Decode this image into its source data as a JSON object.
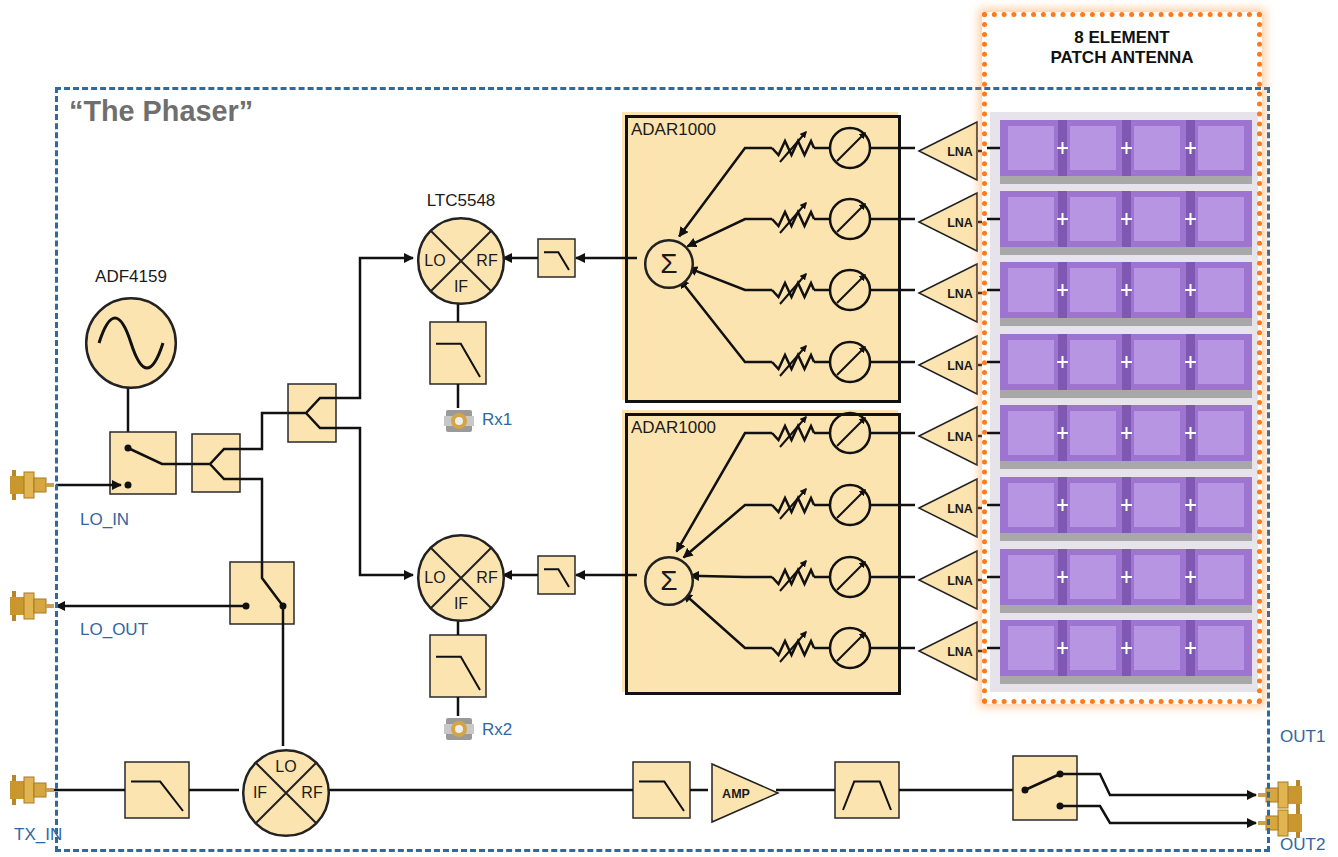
{
  "diagram": {
    "nodes": [
      {
        "text": [
          "“The Phaser”"
        ]
      },
      {
        "text": [
          "8 ELEMENT PATCH ANTENNA"
        ]
      },
      {
        "text": [
          "ADF4159"
        ],
        "in": 0
      },
      {
        "text": [
          "LTC5548",
          "LO",
          "RF",
          "IF"
        ],
        "in": 0
      },
      {
        "text": [
          "ADAR1000"
        ],
        "in": 0
      },
      {
        "text": [
          "Σ"
        ],
        "in": 4
      },
      {
        "text": [
          "ADAR1000"
        ],
        "in": 0
      },
      {
        "text": [
          "Σ"
        ],
        "in": 6
      },
      {
        "text": [
          "LO",
          "RF",
          "IF"
        ],
        "in": 0
      },
      {
        "text": [
          "LNA"
        ],
        "in": 0
      },
      {
        "text": [
          "LNA"
        ],
        "in": 0
      },
      {
        "text": [
          "LNA"
        ],
        "in": 0
      },
      {
        "text": [
          "LNA"
        ],
        "in": 0
      },
      {
        "text": [
          "LNA"
        ],
        "in": 0
      },
      {
        "text": [
          "LNA"
        ],
        "in": 0
      },
      {
        "text": [
          "LNA"
        ],
        "in": 0
      },
      {
        "text": [
          "LNA"
        ],
        "in": 0
      },
      {
        "text": [
          "LO",
          "IF",
          "RF"
        ],
        "in": 0
      },
      {
        "text": [
          "AMP"
        ],
        "in": 0
      }
    ],
    "edges": [
      {
        "from": 1,
        "to": 9,
        "arrow": "none"
      },
      {
        "from": 1,
        "to": 10,
        "arrow": "none"
      },
      {
        "from": 1,
        "to": 11,
        "arrow": "none"
      },
      {
        "from": 1,
        "to": 12,
        "arrow": "none"
      },
      {
        "from": 1,
        "to": 13,
        "arrow": "none"
      },
      {
        "from": 1,
        "to": 14,
        "arrow": "none"
      },
      {
        "from": 1,
        "to": 15,
        "arrow": "none"
      },
      {
        "from": 1,
        "to": 16,
        "arrow": "none"
      }
    ],
    "labels": [
      "Rx1",
      "LO_IN",
      "LO_OUT",
      "Rx2",
      "OUT1",
      "TX_IN",
      "OUT2"
    ]
  }
}
